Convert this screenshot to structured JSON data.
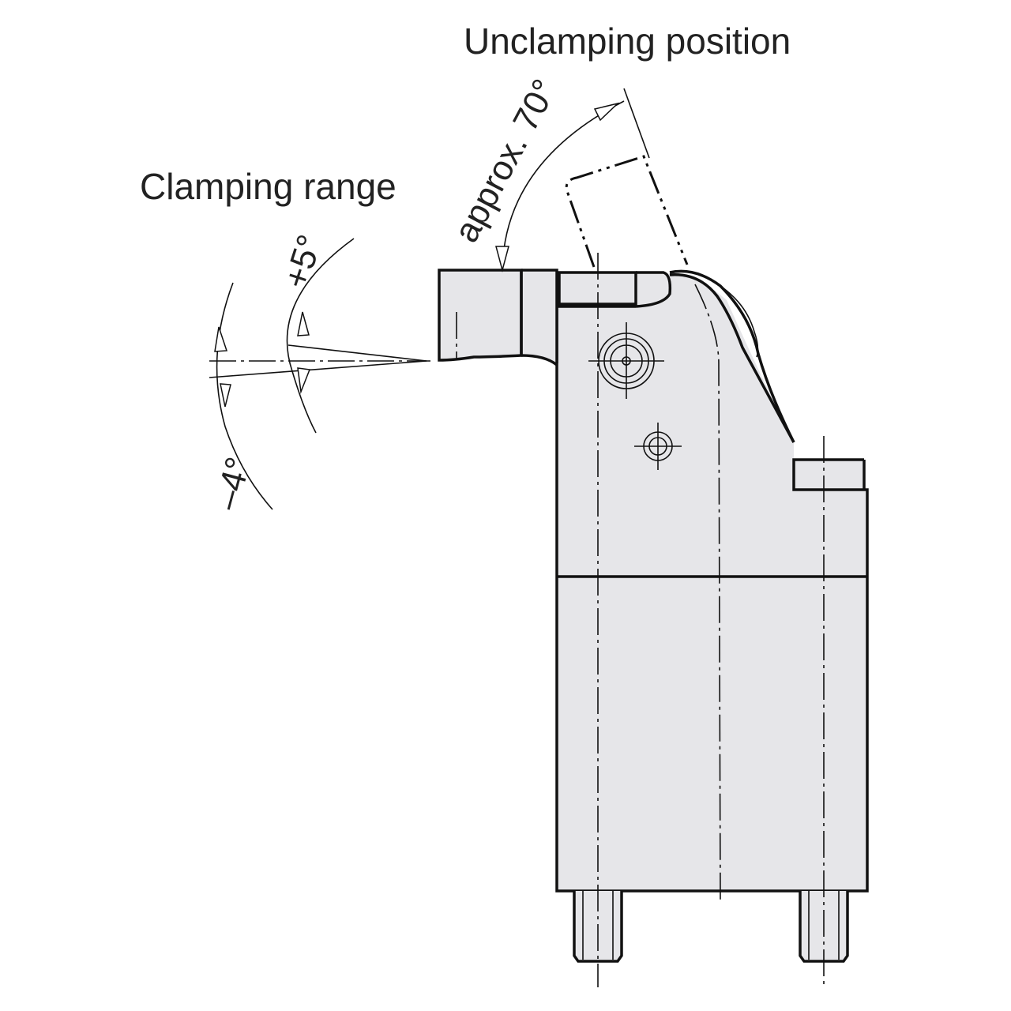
{
  "labels": {
    "unclamping_position": "Unclamping position",
    "clamping_range": "Clamping range",
    "approx_angle": "approx. 70°",
    "plus_angle": "+5°",
    "minus_angle": "–4°"
  }
}
